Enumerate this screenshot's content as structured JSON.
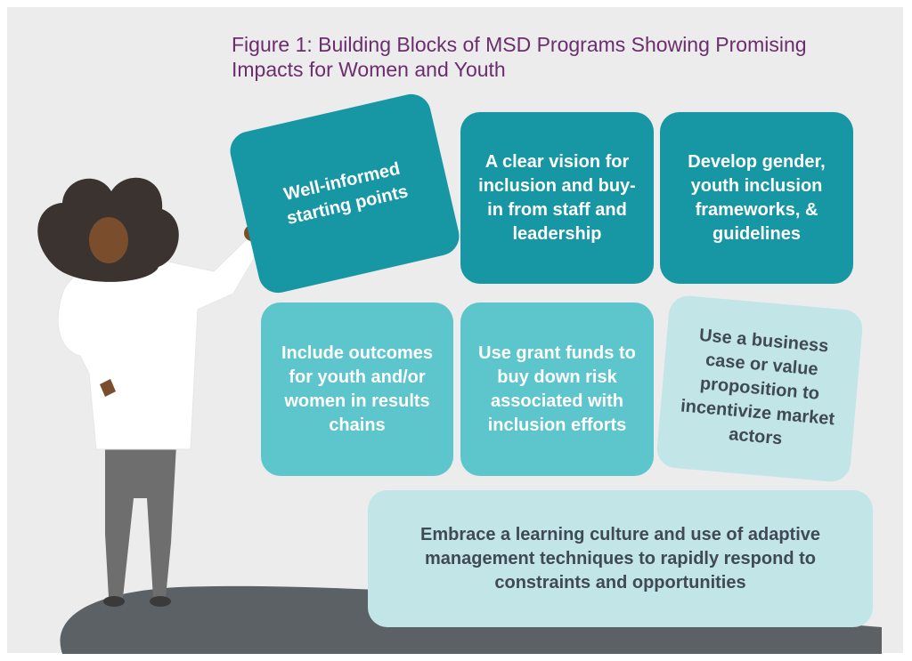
{
  "title": "Figure 1: Building Blocks of MSD Programs Showing Promising\nImpacts for Women and Youth",
  "blocks": {
    "informed": "Well-informed starting points",
    "vision": "A clear vision for inclusion and buy-in from staff and leadership",
    "frameworks": "Develop gender, youth inclusion frameworks, & guidelines",
    "outcomes": "Include outcomes for youth and/or women in results chains",
    "grants": "Use grant funds to buy down risk associated with inclusion efforts",
    "business": "Use a business case or value proposition to incentivize market actors",
    "learning": "Embrace a learning culture and use of adaptive management techniques to rapidly respond to constraints and opportunities"
  },
  "colors": {
    "title": "#6b2d6e",
    "dark_teal": "#1796a3",
    "mid_teal": "#5dc5cc",
    "light_teal": "#c2e5e8",
    "ground": "#5c6166"
  }
}
